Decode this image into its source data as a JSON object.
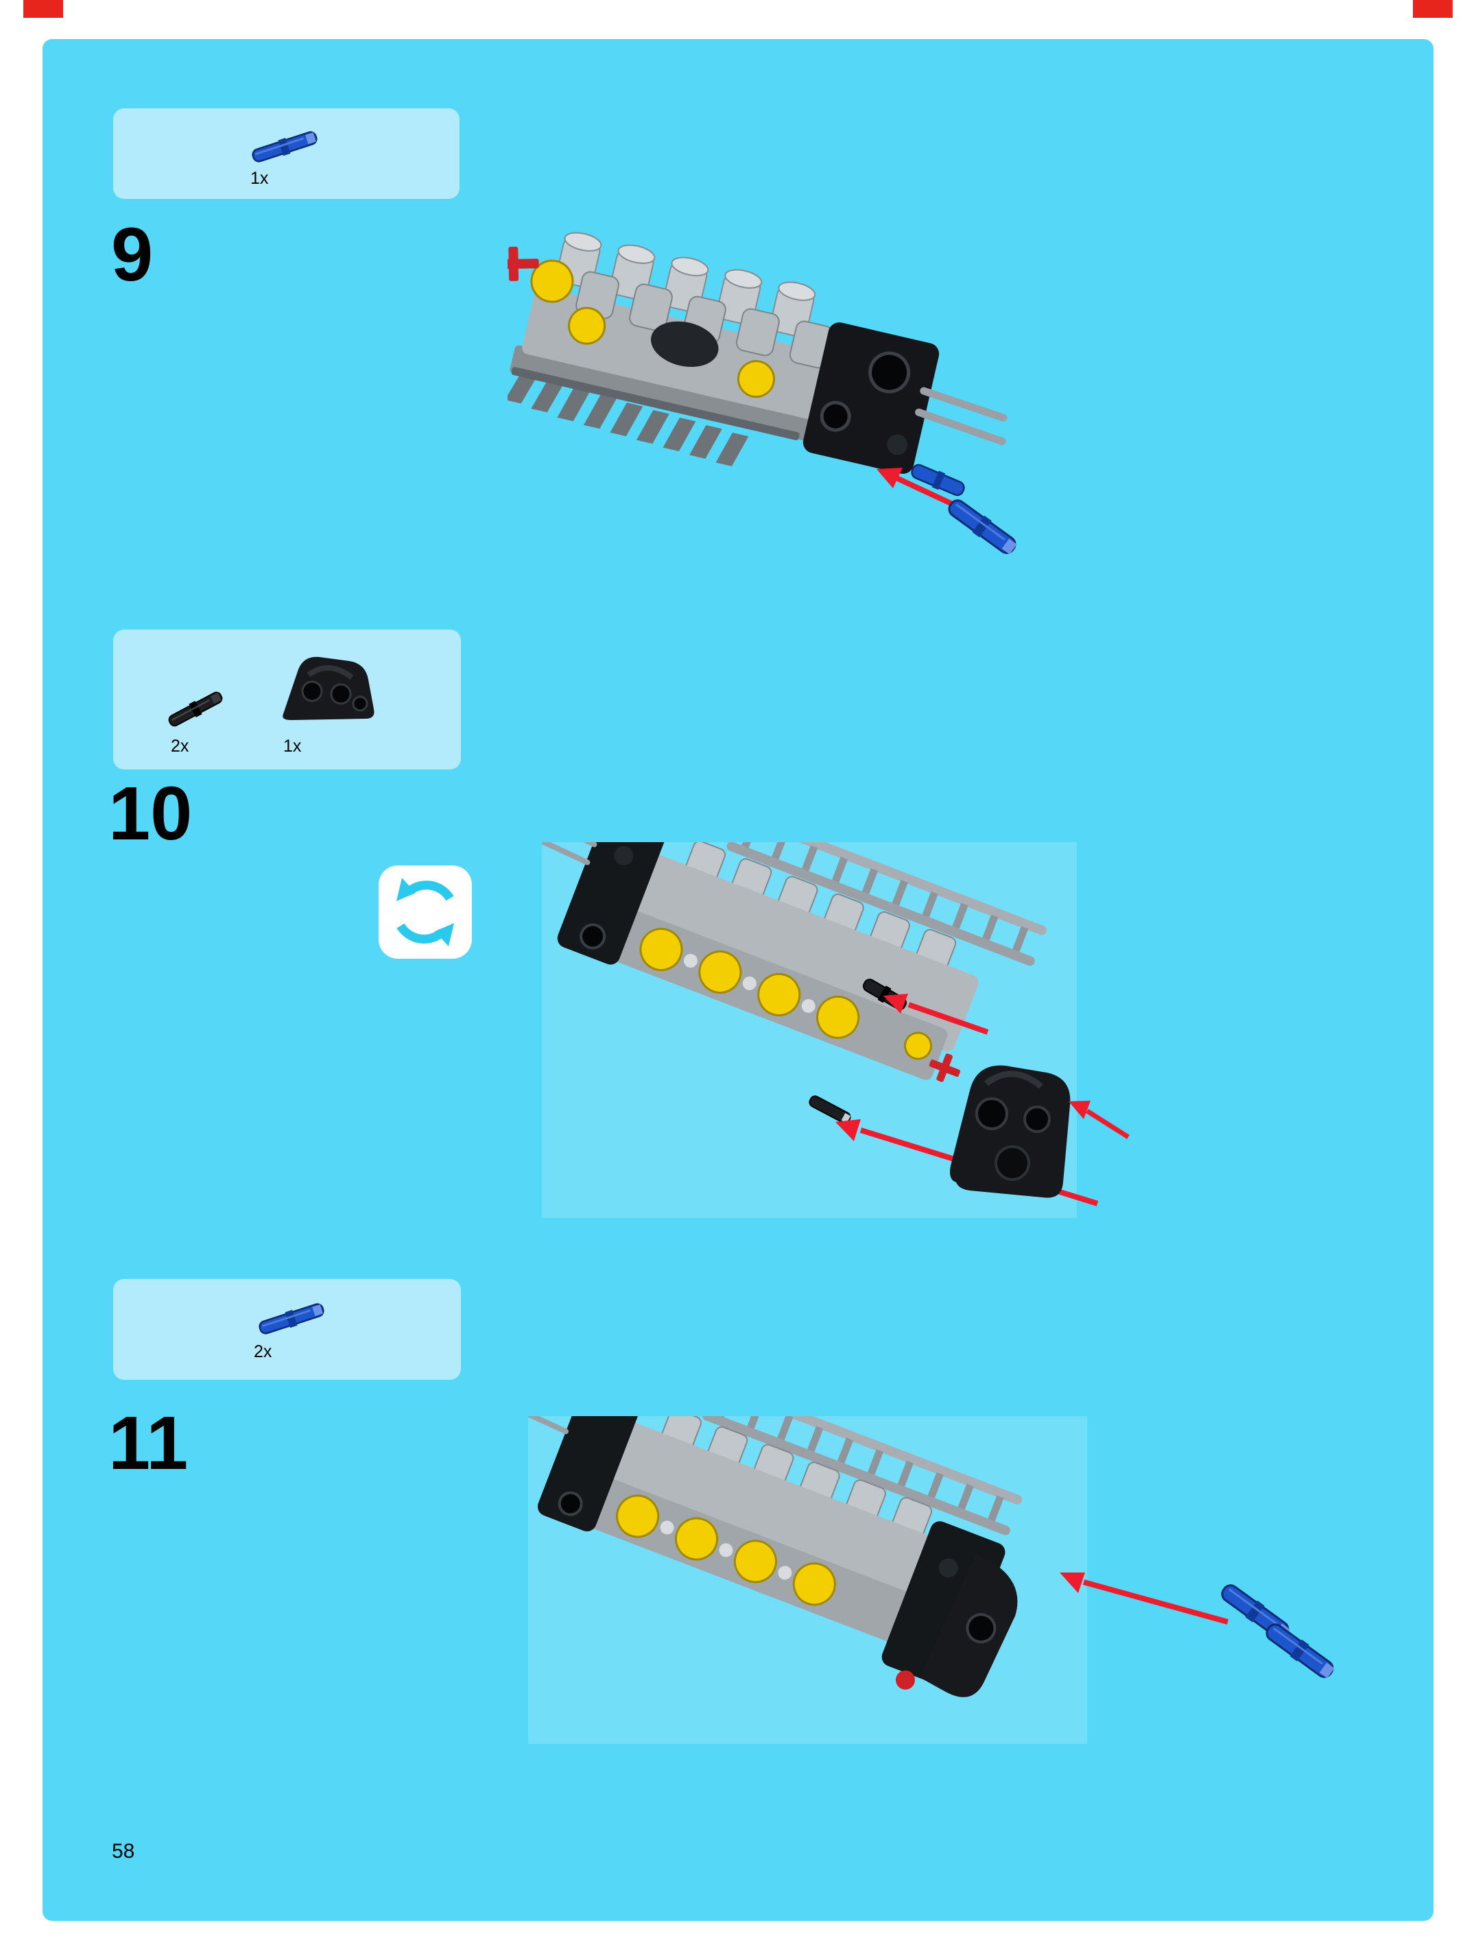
{
  "page_number": "58",
  "steps": [
    {
      "number": "9",
      "parts": [
        {
          "count": "1x",
          "part": "blue-connector-pin"
        }
      ]
    },
    {
      "number": "10",
      "parts": [
        {
          "count": "2x",
          "part": "black-friction-pin"
        },
        {
          "count": "1x",
          "part": "black-engine-bracket"
        }
      ]
    },
    {
      "number": "11",
      "parts": [
        {
          "count": "2x",
          "part": "blue-connector-pin"
        }
      ]
    }
  ],
  "colors": {
    "canvas_cyan": "#55d7f7",
    "parts_box_blue": "#b4ebfc",
    "arrow_red": "#ee1c2c",
    "pin_blue": "#1d55cc",
    "lego_yellow": "#f3ce00",
    "print_mark_red": "#e8251d"
  }
}
